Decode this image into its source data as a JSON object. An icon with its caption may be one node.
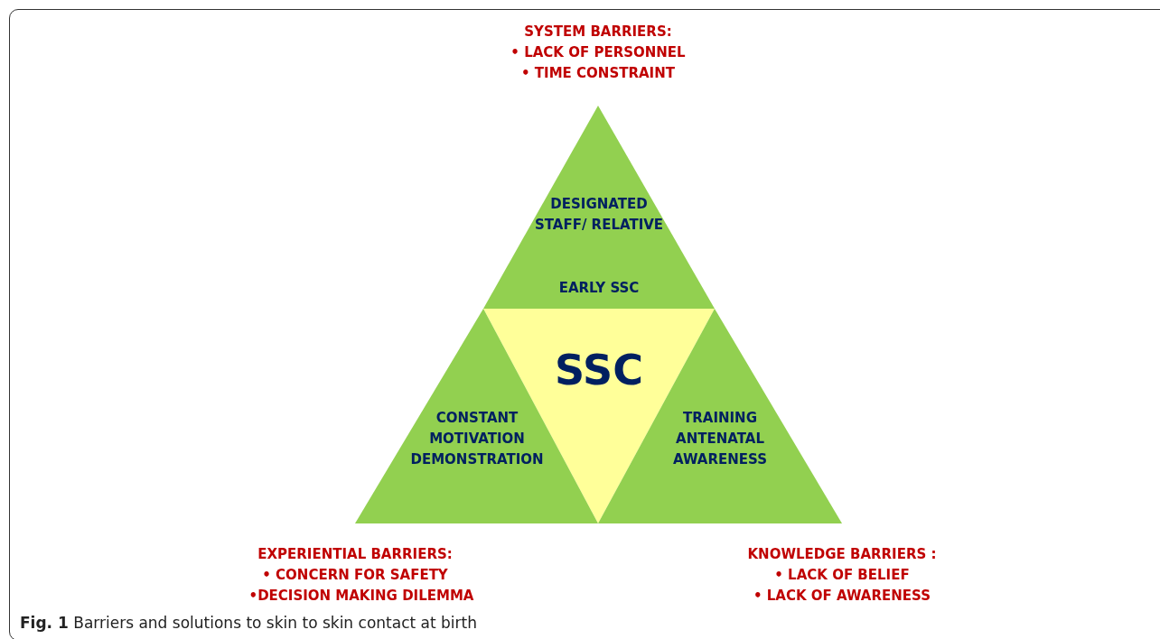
{
  "diagram": {
    "caption": "**Fig. 1** Barriers and solutions to skin to skin contact at birth",
    "nodes": [
      {
        "text": [
          "DESIGNATED STAFF/ RELATIVE",
          "EARLY SSC"
        ]
      },
      {
        "text": [
          "SSC"
        ]
      },
      {
        "text": [
          "CONSTANT MOTIVATION DEMONSTRATION"
        ]
      },
      {
        "text": [
          "TRAINING ANTENATAL AWARENESS"
        ]
      }
    ],
    "edges": [],
    "labels": [
      "SYSTEM BARRIERS:",
      "• LACK OF PERSONNEL",
      "• TIME CONSTRAINT",
      "EXPERIENTIAL BARRIERS:",
      "• CONCERN FOR SAFETY",
      "•DECISION MAKING DILEMMA",
      "KNOWLEDGE BARRIERS :",
      "• LACK OF BELIEF",
      "• LACK OF AWARENESS"
    ]
  }
}
